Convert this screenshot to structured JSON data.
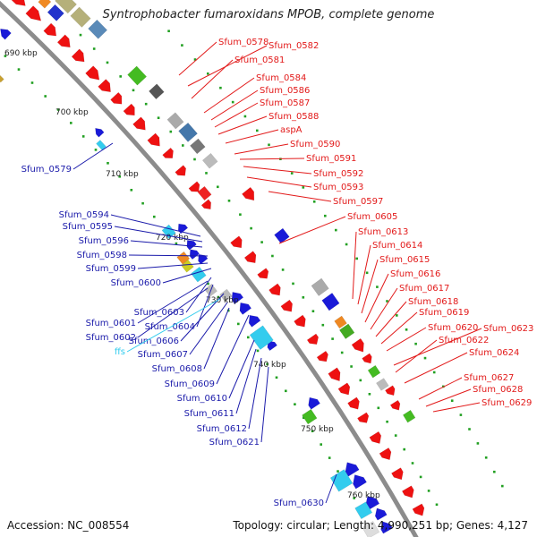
{
  "title": "Syntrophobacter fumaroxidans MPOB, complete genome",
  "footer": {
    "accession": "Accession: NC_008554",
    "summary": "Topology: circular; Length: 4,990,251 bp; Genes: 4,127"
  },
  "colors": {
    "backbone": "#8c8c8c",
    "forward": "#ee1111",
    "reverse": "#1a1ad8",
    "label_forward": "#e21a1a",
    "label_reverse": "#1a1aaa",
    "rna": "#33ccee",
    "tick_dots": "#22a022",
    "tick_label": "#222222"
  },
  "scale_ticks": [
    "690 kbp",
    "700 kbp",
    "710 kbp",
    "720 kbp",
    "730 kbp",
    "740 kbp",
    "750 kbp",
    "760 kbp"
  ],
  "labels_forward": [
    "Sfum_0578",
    "Sfum_0582",
    "Sfum_0581",
    "Sfum_0584",
    "Sfum_0586",
    "Sfum_0587",
    "Sfum_0588",
    "aspA",
    "Sfum_0590",
    "Sfum_0591",
    "Sfum_0592",
    "Sfum_0593",
    "Sfum_0597",
    "Sfum_0605",
    "Sfum_0613",
    "Sfum_0614",
    "Sfum_0615",
    "Sfum_0616",
    "Sfum_0617",
    "Sfum_0618",
    "Sfum_0619",
    "Sfum_0620",
    "Sfum_0623",
    "Sfum_0622",
    "Sfum_0624",
    "Sfum_0627",
    "Sfum_0628",
    "Sfum_0629"
  ],
  "labels_reverse": [
    "Sfum_0579",
    "Sfum_0594",
    "Sfum_0595",
    "Sfum_0596",
    "Sfum_0598",
    "Sfum_0599",
    "Sfum_0600",
    "Sfum_0603",
    "Sfum_0601",
    "Sfum_0604",
    "Sfum_0602",
    "Sfum_0606",
    "ffs",
    "Sfum_0607",
    "Sfum_0608",
    "Sfum_0609",
    "Sfum_0610",
    "Sfum_0611",
    "Sfum_0612",
    "Sfum_0621",
    "Sfum_0630"
  ]
}
